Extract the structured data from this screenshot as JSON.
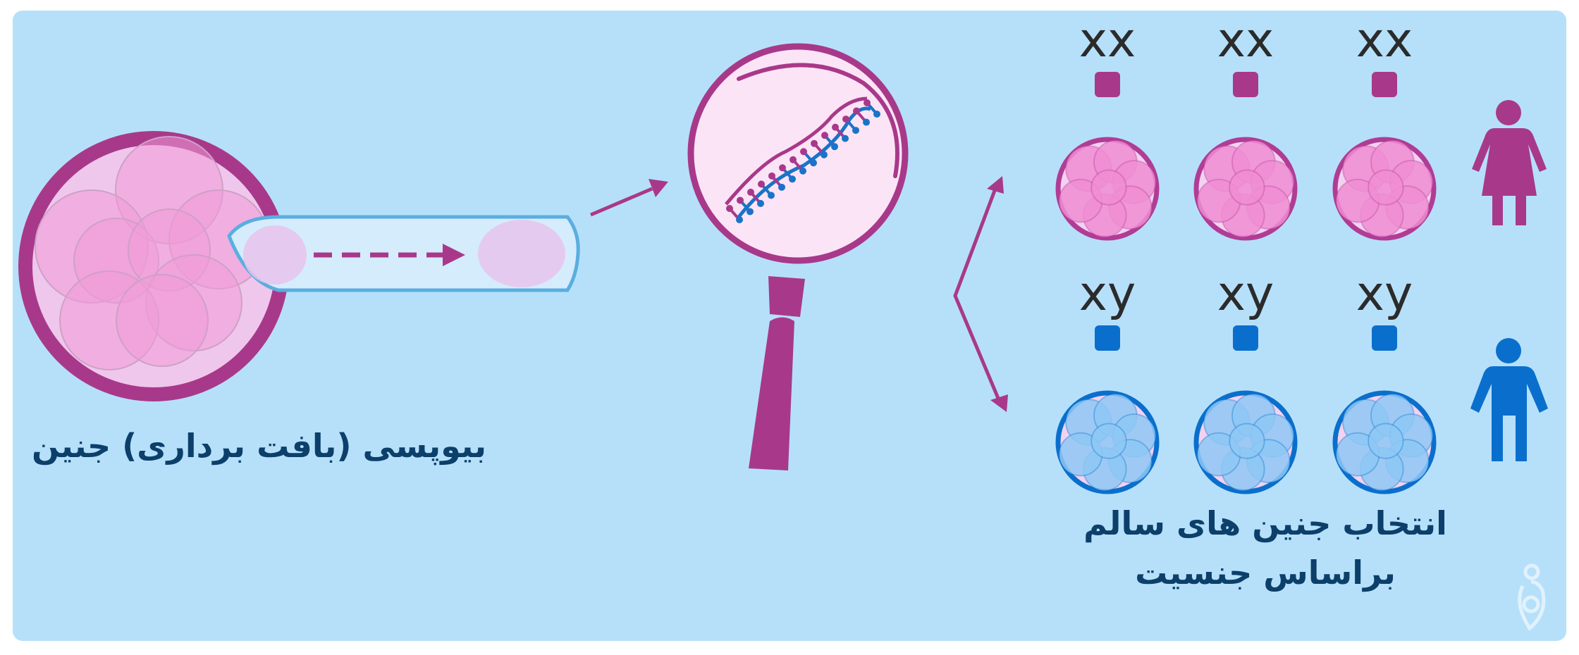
{
  "diagram": {
    "biopsy_caption": "بیوپسی (بافت برداری) جنین",
    "selection_caption_line1": "انتخاب جنین های سالم",
    "selection_caption_line2": "براساس جنسیت",
    "female_label": "xx",
    "male_label": "xy",
    "female_embryo_count": 3,
    "male_embryo_count": 3,
    "icons": [
      "embryo-icon",
      "biopsy-pipette-icon",
      "magnifier-icon",
      "dna-icon",
      "female-person-icon",
      "male-person-icon",
      "logo-icon"
    ],
    "colors": {
      "background": "#b6e0fa",
      "magenta": "#a8398a",
      "pink": "#f091d5",
      "blue": "#0a6fcc",
      "light_blue": "#8ec8f4",
      "text": "#0c3f6a"
    }
  }
}
